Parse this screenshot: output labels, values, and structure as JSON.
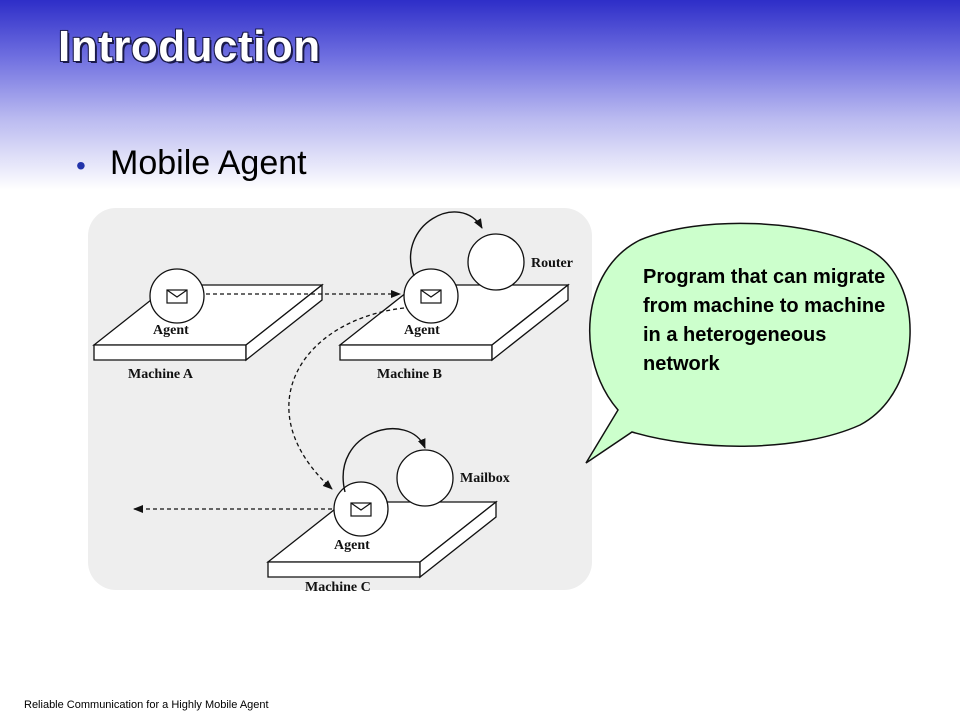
{
  "slide": {
    "title": "Introduction",
    "bullet": "Mobile Agent",
    "footer": "Reliable Communication for a Highly Mobile Agent"
  },
  "diagram": {
    "machine_a": "Machine A",
    "machine_b": "Machine B",
    "machine_c": "Machine C",
    "agent_label": "Agent",
    "router": "Router",
    "mailbox": "Mailbox"
  },
  "callout": {
    "text": "Program that can migrate from machine to machine in a heterogeneous network"
  },
  "colors": {
    "header_blue": "#2e2ec8",
    "bubble_fill": "#ccffcc",
    "panel_gray": "#eeeeee"
  }
}
